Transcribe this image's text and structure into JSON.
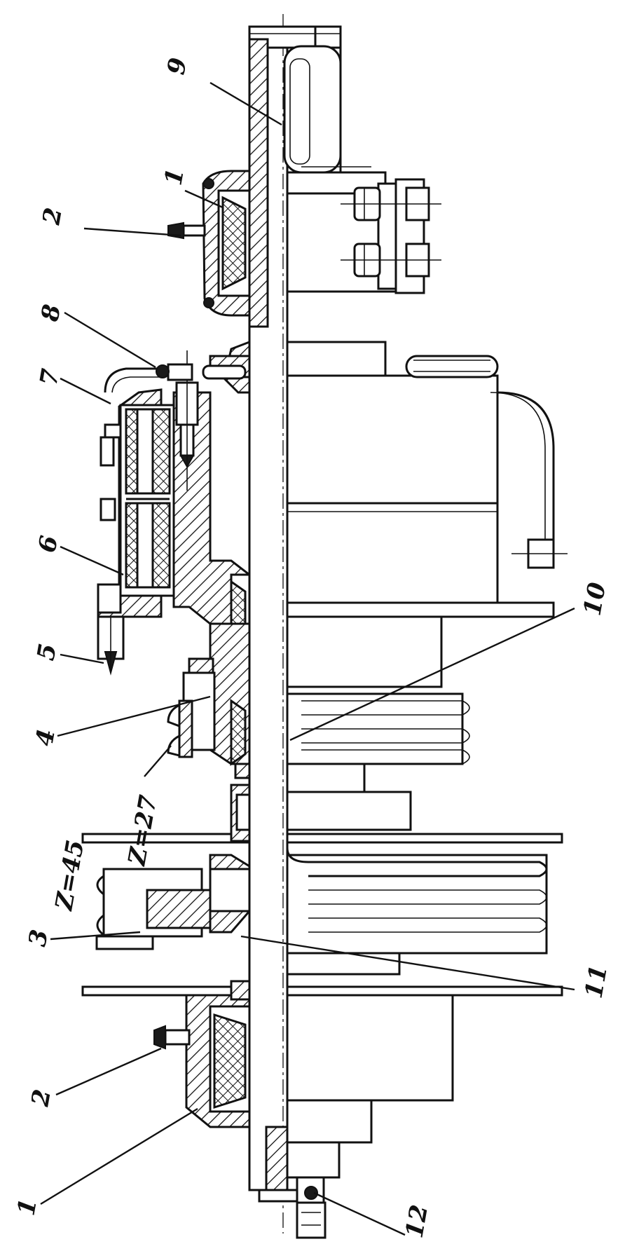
{
  "labels": {
    "l9": "9",
    "l1_top": "1",
    "l2_top": "2",
    "l8": "8",
    "l7": "7",
    "l6": "6",
    "l5": "5",
    "l10": "10",
    "l4": "4",
    "z27": "Z=27",
    "z45": "Z=45",
    "l3": "3",
    "l11": "11",
    "l2_bottom": "2",
    "l1_bottom": "1",
    "l12": "12"
  }
}
